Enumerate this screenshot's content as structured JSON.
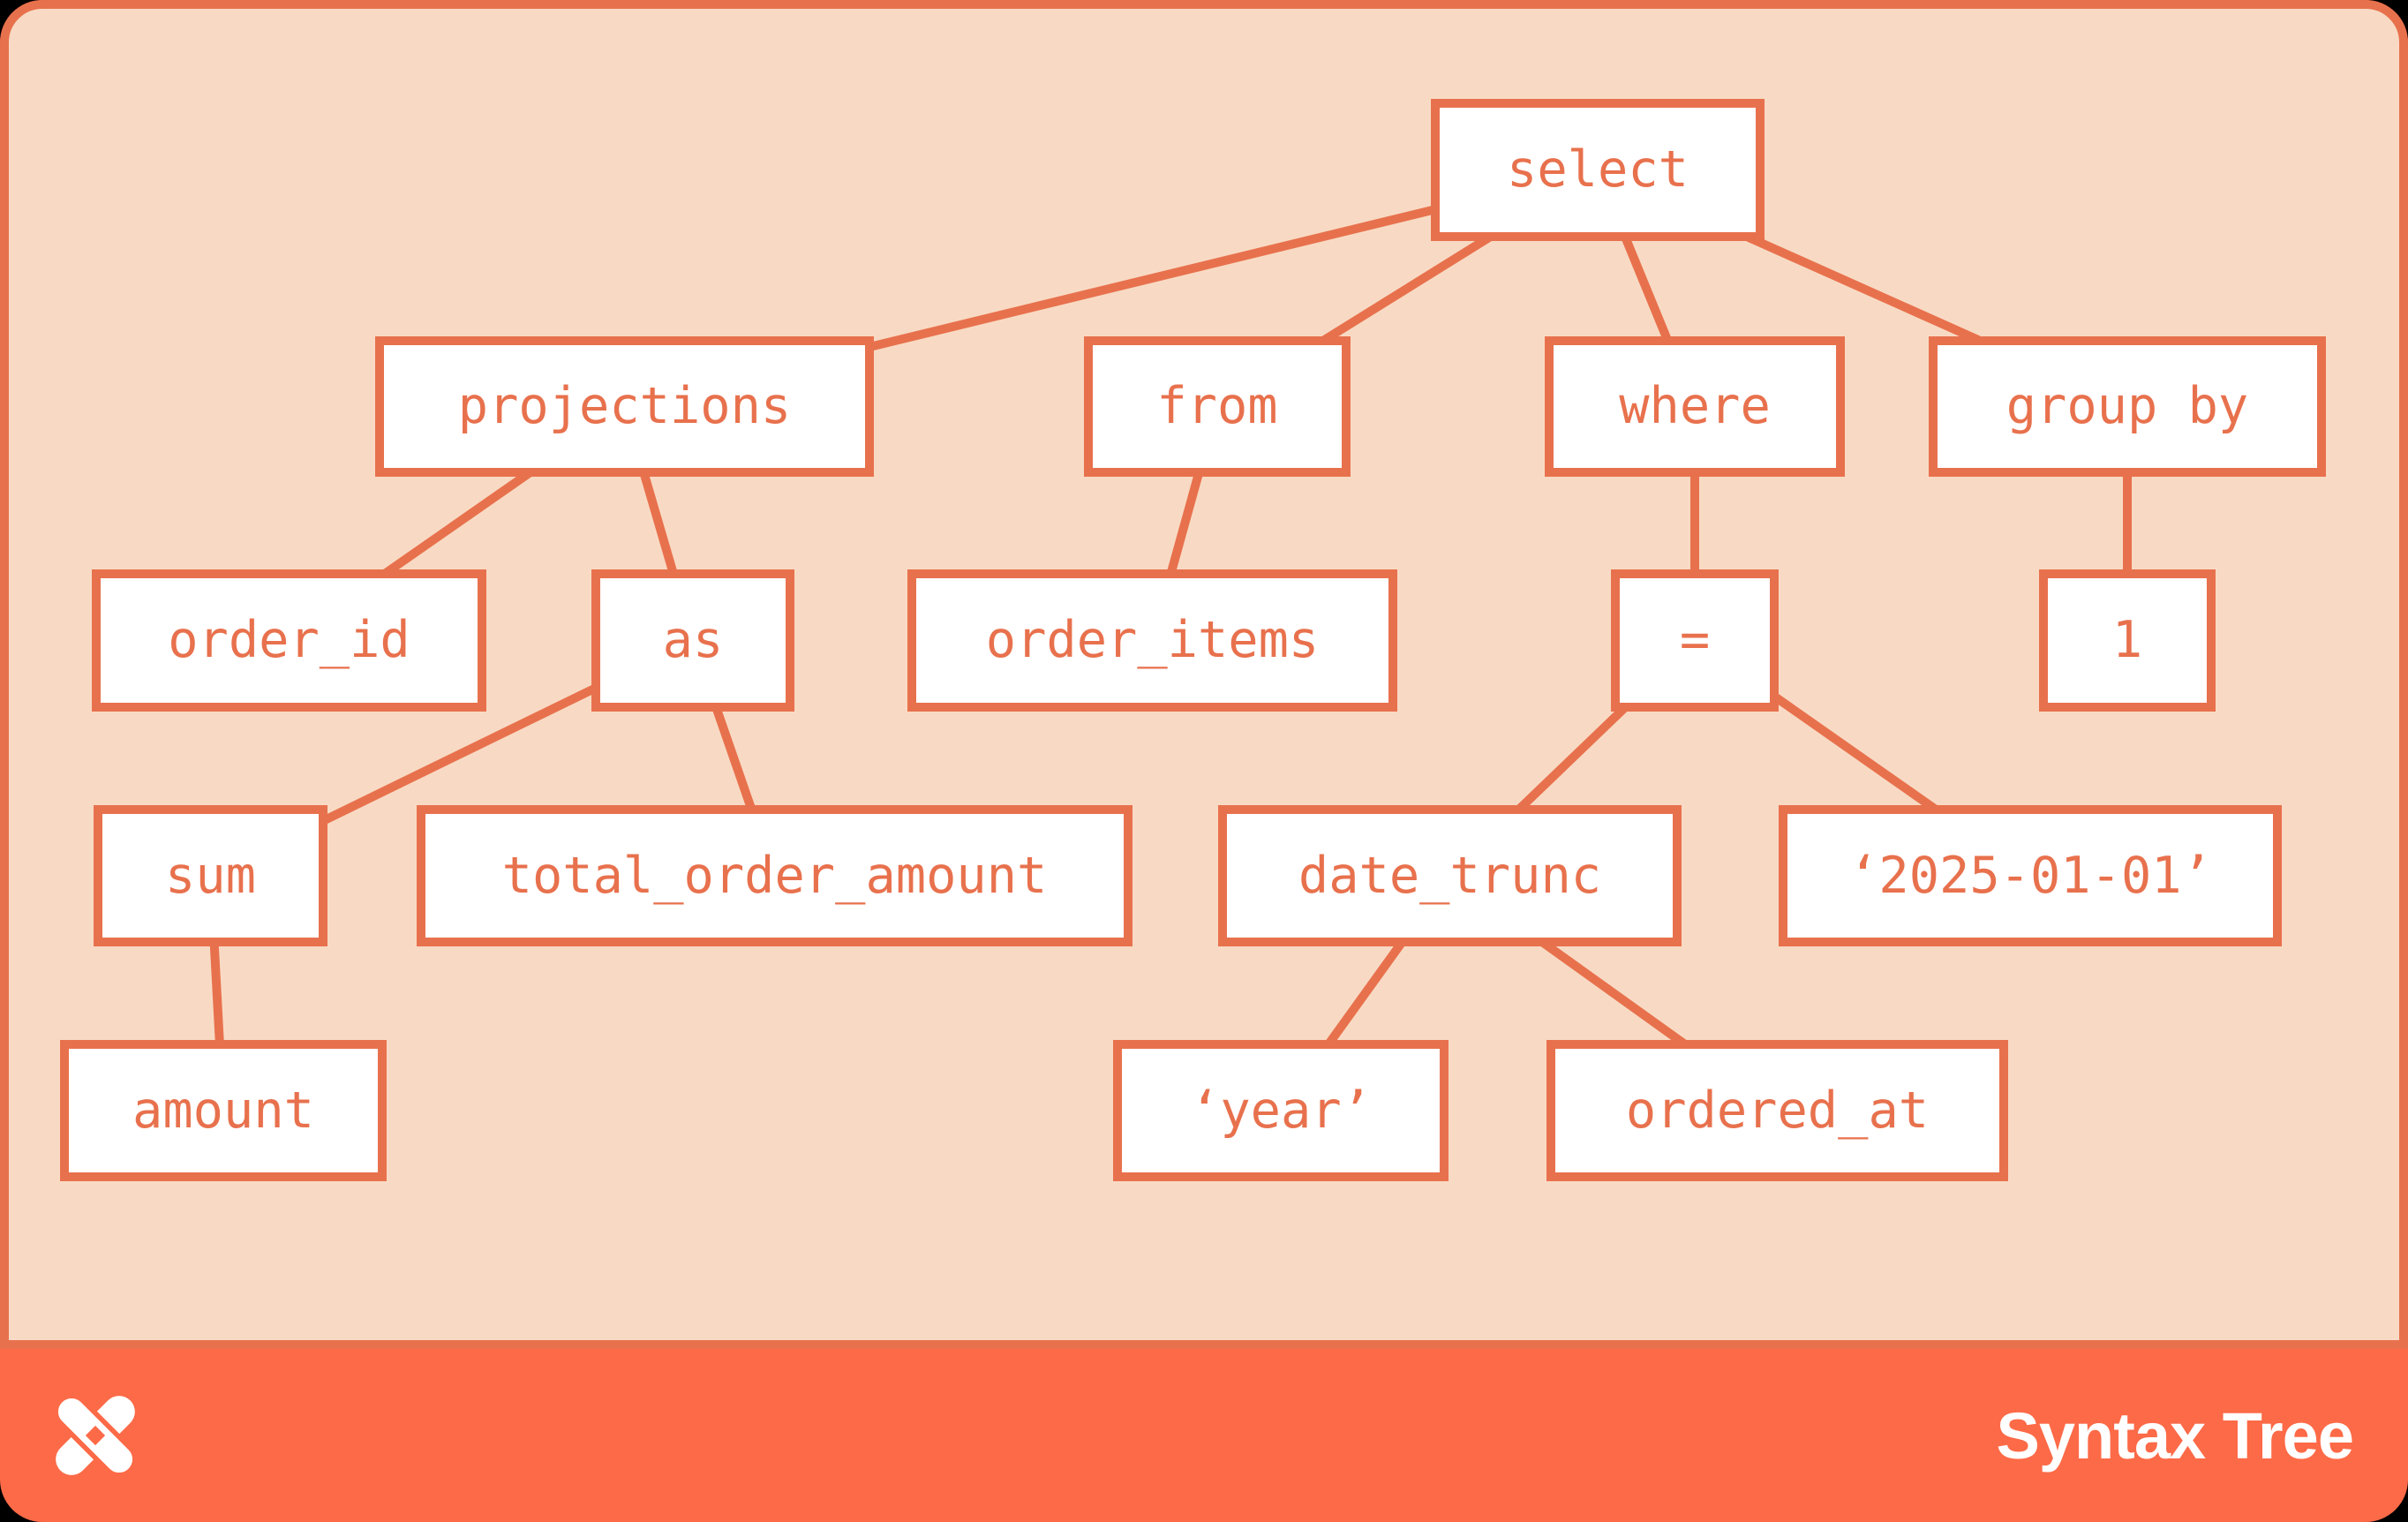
{
  "page": {
    "background": "#000000"
  },
  "card": {
    "background": "#FD6A47",
    "panel_background": "#F8DAC4",
    "accent": "#E8714D",
    "node_fill": "#FFFFFF"
  },
  "tree": {
    "nodes": [
      {
        "id": "select",
        "label": "select"
      },
      {
        "id": "projections",
        "label": "projections"
      },
      {
        "id": "from",
        "label": "from"
      },
      {
        "id": "where",
        "label": "where"
      },
      {
        "id": "group_by",
        "label": "group by"
      },
      {
        "id": "order_id",
        "label": "order_id"
      },
      {
        "id": "as",
        "label": "as"
      },
      {
        "id": "order_items",
        "label": "order_items"
      },
      {
        "id": "eq",
        "label": "="
      },
      {
        "id": "one",
        "label": "1"
      },
      {
        "id": "sum",
        "label": "sum"
      },
      {
        "id": "total_order_amount",
        "label": "total_order_amount"
      },
      {
        "id": "date_trunc",
        "label": "date_trunc"
      },
      {
        "id": "date_literal",
        "label": "‘2025-01-01’"
      },
      {
        "id": "amount",
        "label": "amount"
      },
      {
        "id": "year_literal",
        "label": "‘year’"
      },
      {
        "id": "ordered_at",
        "label": "ordered_at"
      }
    ],
    "edges": [
      [
        "select",
        "projections"
      ],
      [
        "select",
        "from"
      ],
      [
        "select",
        "where"
      ],
      [
        "select",
        "group_by"
      ],
      [
        "projections",
        "order_id"
      ],
      [
        "projections",
        "as"
      ],
      [
        "from",
        "order_items"
      ],
      [
        "where",
        "eq"
      ],
      [
        "group_by",
        "one"
      ],
      [
        "as",
        "sum"
      ],
      [
        "as",
        "total_order_amount"
      ],
      [
        "eq",
        "date_trunc"
      ],
      [
        "eq",
        "date_literal"
      ],
      [
        "sum",
        "amount"
      ],
      [
        "date_trunc",
        "year_literal"
      ],
      [
        "date_trunc",
        "ordered_at"
      ]
    ]
  },
  "footer": {
    "title": "Syntax Tree",
    "logo": "pinwheel-x-icon"
  }
}
